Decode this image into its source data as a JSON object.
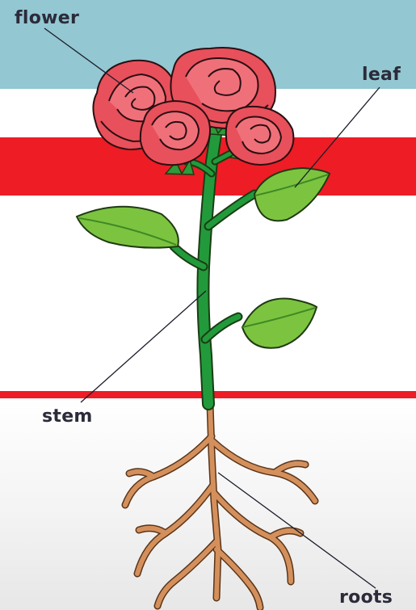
{
  "labels": {
    "flower": "flower",
    "leaf": "leaf",
    "stem": "stem",
    "roots": "roots"
  },
  "colors": {
    "sky_band": "#93c7d2",
    "red_band": "#ee1c25",
    "petal": "#e8505b",
    "petal_dark": "#b52a3a",
    "leaf": "#7cc440",
    "leaf_dark": "#2f7d1a",
    "stem": "#1f9a3a",
    "root": "#d08a5a",
    "outline": "#222222"
  }
}
